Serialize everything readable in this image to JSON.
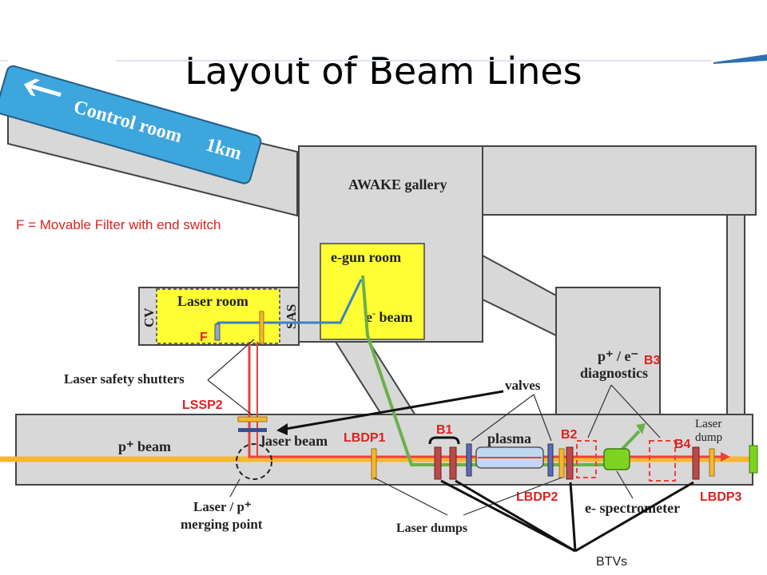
{
  "slide": {
    "title": "Layout of Beam Lines"
  },
  "legend": {
    "filter_note": "F = Movable Filter with end switch"
  },
  "rooms": {
    "control_room": "Control room",
    "control_room_distance": "1km",
    "gallery": "AWAKE gallery",
    "egun_room": "e-gun room",
    "e_beam_main": "e",
    "e_beam_sup": "-",
    "e_beam_rest": " beam",
    "laser_room": "Laser room",
    "cv": "CV",
    "sas": "SAS",
    "diagnostics_line1": "p⁺ / e⁻",
    "diagnostics_line2": "diagnostics"
  },
  "labels": {
    "filter_f": "F",
    "laser_safety_shutters": "Laser safety shutters",
    "lssp2": "LSSP2",
    "p_beam": "p⁺ beam",
    "laser_beam": "laser beam",
    "merging_line1": "Laser / p⁺",
    "merging_line2": "merging point",
    "lbdp1": "LBDP1",
    "lbdp2": "LBDP2",
    "lbdp3": "LBDP3",
    "b1": "B1",
    "b2": "B2",
    "b3": "B3",
    "b4": "B4",
    "valves": "valves",
    "plasma": "plasma",
    "laser_dump_line1": "Laser",
    "laser_dump_line2": "dump",
    "e_spectrometer": "e- spectrometer",
    "laser_dumps": "Laser dumps",
    "btvs": "BTVs"
  },
  "colors": {
    "wall_fill": "#d8d8d8",
    "room_yellow": "#ffff33",
    "control_blue": "#3da6dd",
    "laser_red": "#e8423a",
    "proton_orange": "#f6b733",
    "electron_green": "#6ab04c",
    "label_red": "#e02020",
    "marker_brown": "#b84a4a",
    "spectrometer_green": "#7ed321"
  }
}
